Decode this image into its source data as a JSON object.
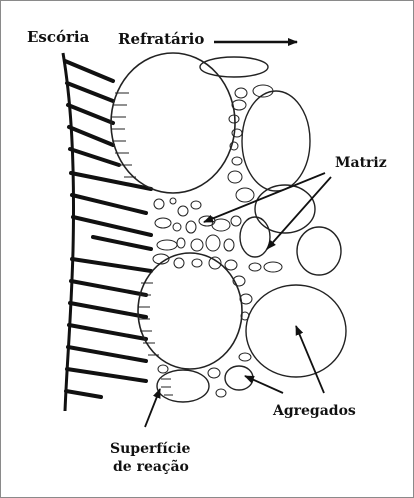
{
  "labels": {
    "slag": "Escória",
    "refractory": "Refratário",
    "matrix": "Matriz",
    "aggregates": "Agregados",
    "reaction_surface_line1": "Superfície",
    "reaction_surface_line2": "de reação"
  },
  "colors": {
    "ink": "#111111",
    "frame": "#8a8a8a",
    "background": "#ffffff"
  }
}
